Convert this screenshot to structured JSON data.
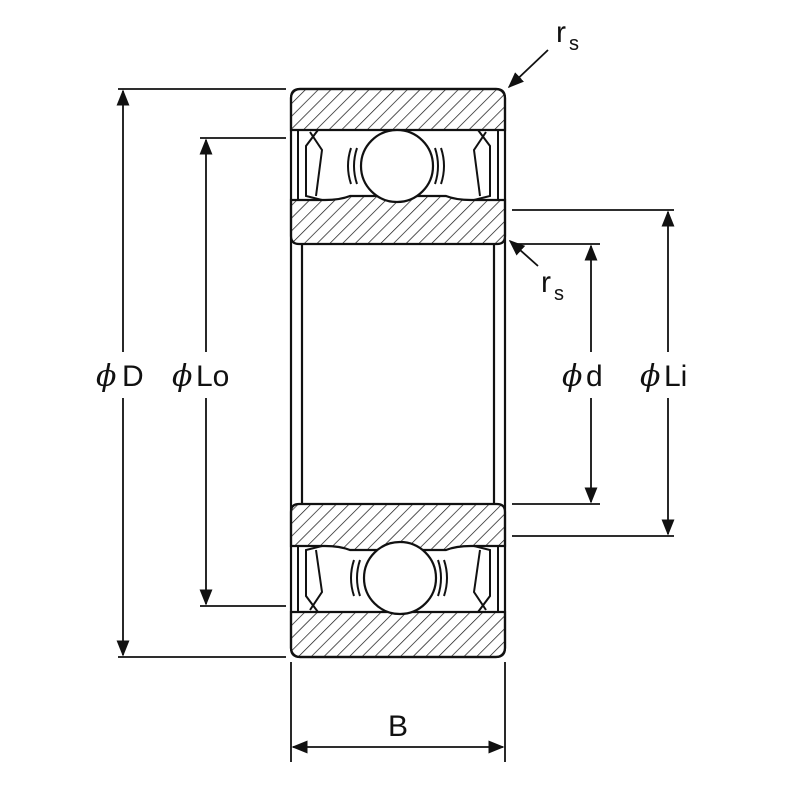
{
  "labels": {
    "outer_diameter": "D",
    "outer_land": "Lo",
    "bore": "d",
    "inner_land": "Li",
    "width": "B",
    "chamfer_main": "r",
    "chamfer_sub": "s"
  },
  "symbols": {
    "diameter": "ϕ"
  },
  "colors": {
    "line": "#111111",
    "background": "#ffffff"
  }
}
